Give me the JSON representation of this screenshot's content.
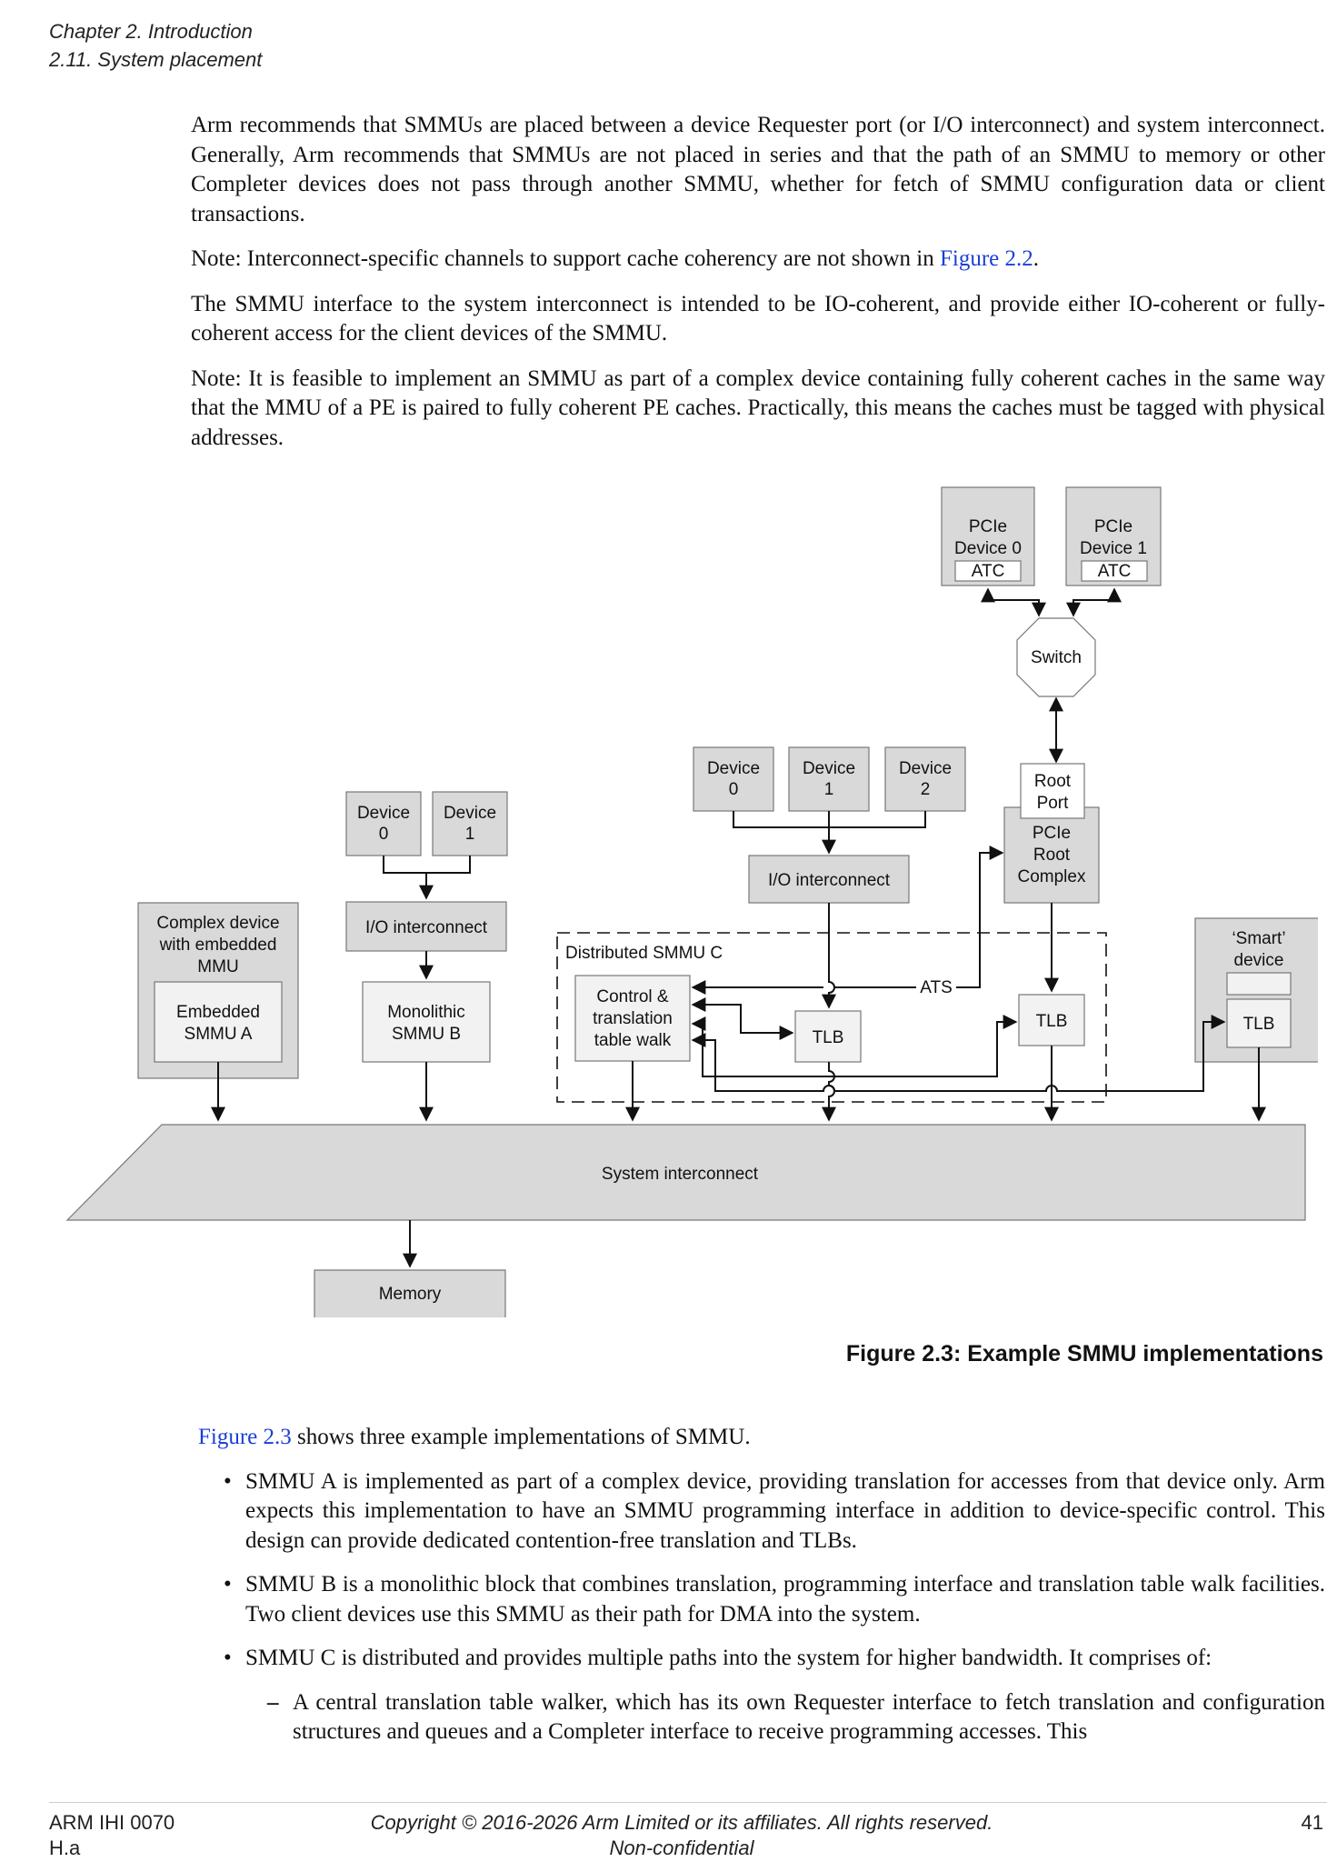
{
  "header": {
    "chapter": "Chapter 2.  Introduction",
    "section": "2.11.  System placement"
  },
  "paragraphs": {
    "p1": "Arm recommends that SMMUs are placed between a device Requester port (or I/O interconnect) and system interconnect. Generally, Arm recommends that SMMUs are not placed in series and that the path of an SMMU to memory or other Completer devices does not pass through another SMMU, whether for fetch of SMMU configuration data or client transactions.",
    "note1_prefix": "Note: Interconnect-specific channels to support cache coherency are not shown in ",
    "note1_link": "Figure 2.2",
    "note1_suffix": ".",
    "p2": "The SMMU interface to the system interconnect is intended to be IO-coherent, and provide either IO-coherent or fully-coherent access for the client devices of the SMMU.",
    "note2": "Note: It is feasible to implement an SMMU as part of a complex device containing fully coherent caches in the same way that the MMU of a PE is paired to fully coherent PE caches. Practically, this means the caches must be tagged with physical addresses."
  },
  "diagram": {
    "pcie_dev0": [
      "PCIe",
      "Device 0"
    ],
    "pcie_dev1": [
      "PCIe",
      "Device 1"
    ],
    "atc": "ATC",
    "switch": "Switch",
    "root_port": [
      "Root",
      "Port"
    ],
    "pcie_root_complex": [
      "PCIe",
      "Root",
      "Complex"
    ],
    "dev_c0": [
      "Device",
      "0"
    ],
    "dev_c1": [
      "Device",
      "1"
    ],
    "dev_c2": [
      "Device",
      "2"
    ],
    "dev_b0": [
      "Device",
      "0"
    ],
    "dev_b1": [
      "Device",
      "1"
    ],
    "io_interconnect": "I/O interconnect",
    "complex_device": [
      "Complex device",
      "with embedded",
      "MMU"
    ],
    "embedded_smmu": [
      "Embedded",
      "SMMU A"
    ],
    "monolithic_smmu": [
      "Monolithic",
      "SMMU B"
    ],
    "distributed_label": "Distributed SMMU C",
    "control_walk": [
      "Control &",
      "translation",
      "table walk"
    ],
    "tlb": "TLB",
    "ats": "ATS",
    "smart_device": [
      "‘Smart’",
      "device"
    ],
    "system_interconnect": "System interconnect",
    "memory": "Memory"
  },
  "caption": "Figure 2.3: Example SMMU implementations",
  "list": {
    "intro_link": "Figure 2.3",
    "intro_text": " shows three example implementations of SMMU.",
    "bullet_a": "SMMU A is implemented as part of a complex device, providing translation for accesses from that device only. Arm expects this implementation to have an SMMU programming interface in addition to device-specific control. This design can provide dedicated contention-free translation and TLBs.",
    "bullet_b": "SMMU B is a monolithic block that combines translation, programming interface and translation table walk facilities. Two client devices use this SMMU as their path for DMA into the system.",
    "bullet_c": "SMMU C is distributed and provides multiple paths into the system for higher bandwidth. It comprises of:",
    "sub_c1": "A central translation table walker, which has its own Requester interface to fetch translation and configuration structures and queues and a Completer interface to receive programming accesses. This",
    "bullet_mark": "•",
    "sub_mark": "–"
  },
  "footer": {
    "doc_id": "ARM IHI 0070",
    "version": "H.a",
    "copyright": "Copyright © 2016-2026 Arm Limited or its affiliates. All rights reserved.",
    "confidentiality": "Non-confidential",
    "page": "41"
  }
}
